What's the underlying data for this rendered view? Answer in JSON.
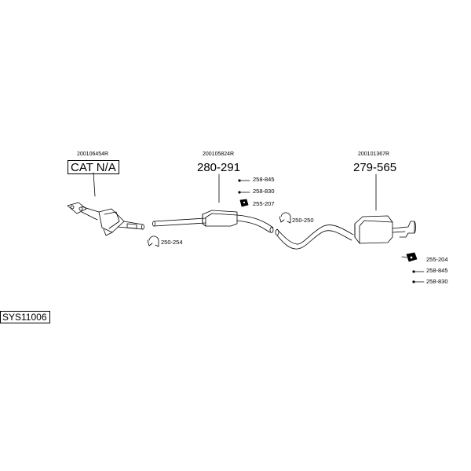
{
  "diagram": {
    "system_code": "SYS11006",
    "assemblies": [
      {
        "ref": "200106454R",
        "part": "CAT N/A"
      },
      {
        "ref": "200105824R",
        "part": "280-291"
      },
      {
        "ref": "200101367R",
        "part": "279-565"
      }
    ],
    "hardware": [
      {
        "code": "258-845"
      },
      {
        "code": "258-830"
      },
      {
        "code": "255-207"
      },
      {
        "code": "250-250"
      },
      {
        "code": "250-254"
      },
      {
        "code": "255-204"
      },
      {
        "code": "258-845"
      },
      {
        "code": "258-830"
      }
    ]
  }
}
